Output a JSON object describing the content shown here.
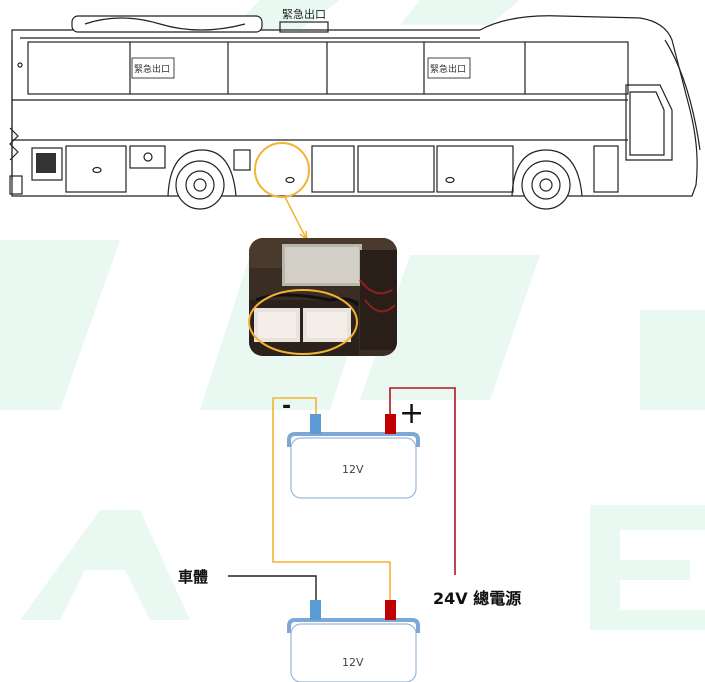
{
  "bus": {
    "roof_sign": "緊急出口",
    "window_sign_left": "緊急出口",
    "window_sign_right": "緊急出口"
  },
  "photo": {
    "subject": "battery compartment photo"
  },
  "wiring": {
    "minus_symbol": "-",
    "plus_symbol": "+",
    "battery_top_label": "12V",
    "battery_bottom_label": "12V",
    "chassis_label": "車體",
    "total_power_label": "24V 總電源"
  },
  "colors": {
    "wire_yellow": "#f5b233",
    "wire_red": "#b3141d",
    "wire_black": "#222222",
    "terminal_blue": "#5b9bd5",
    "terminal_red": "#c00000",
    "battery_lid": "#7fa7d6",
    "highlight_circle": "#f5b233",
    "watermark_green": "#cfeee0"
  }
}
